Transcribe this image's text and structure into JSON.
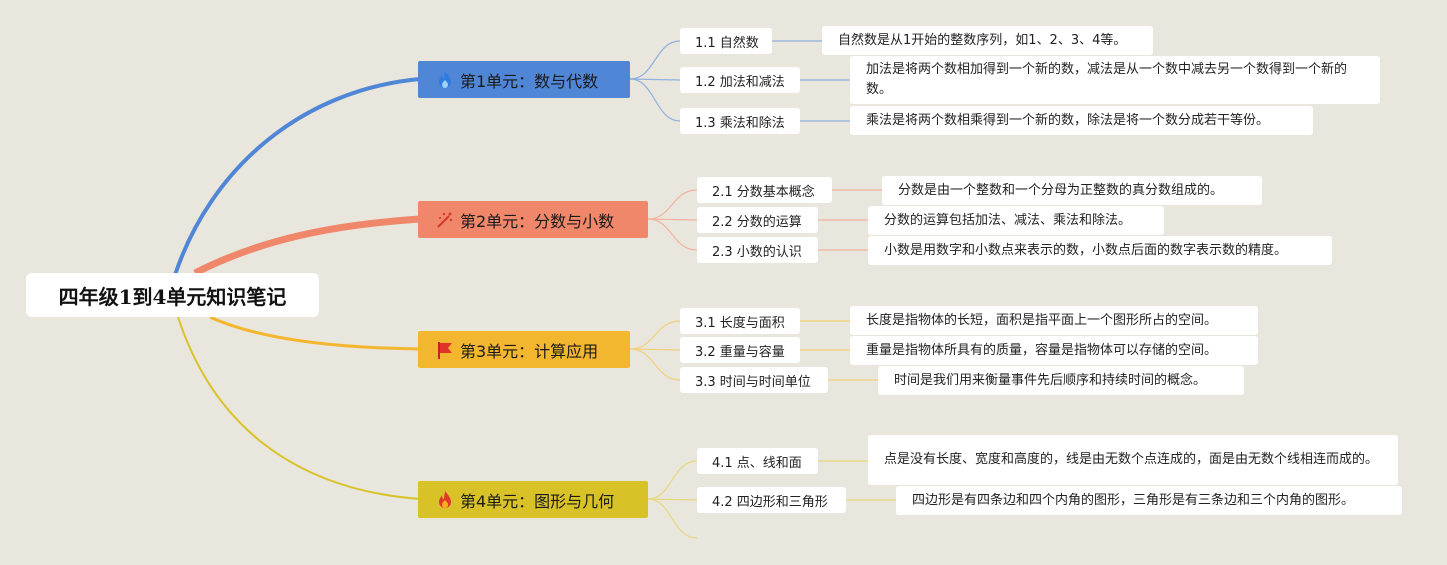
{
  "root": {
    "title": "四年级1到4单元知识笔记"
  },
  "units": [
    {
      "label": "第1单元：数与代数",
      "color": "#4f86d6",
      "icon": "flame-blue-icon",
      "topics": [
        {
          "label": "1.1 自然数",
          "note": "自然数是从1开始的整数序列，如1、2、3、4等。"
        },
        {
          "label": "1.2 加法和减法",
          "note": "加法是将两个数相加得到一个新的数，减法是从一个数中减去另一个数得到一个新的数。"
        },
        {
          "label": "1.3 乘法和除法",
          "note": "乘法是将两个数相乘得到一个新的数，除法是将一个数分成若干等份。"
        }
      ]
    },
    {
      "label": "第2单元：分数与小数",
      "color": "#f0876a",
      "icon": "sparkle-icon",
      "topics": [
        {
          "label": "2.1 分数基本概念",
          "note": "分数是由一个整数和一个分母为正整数的真分数组成的。"
        },
        {
          "label": "2.2 分数的运算",
          "note": "分数的运算包括加法、减法、乘法和除法。"
        },
        {
          "label": "2.3 小数的认识",
          "note": "小数是用数字和小数点来表示的数，小数点后面的数字表示数的精度。"
        }
      ]
    },
    {
      "label": "第3单元：计算应用",
      "color": "#f3b62f",
      "icon": "flag-icon",
      "topics": [
        {
          "label": "3.1 长度与面积",
          "note": "长度是指物体的长短，面积是指平面上一个图形所占的空间。"
        },
        {
          "label": "3.2 重量与容量",
          "note": "重量是指物体所具有的质量，容量是指物体可以存储的空间。"
        },
        {
          "label": "3.3 时间与时间单位",
          "note": "时间是我们用来衡量事件先后顺序和持续时间的概念。"
        }
      ]
    },
    {
      "label": "第4单元：图形与几何",
      "color": "#d9c227",
      "icon": "fire-icon",
      "topics": [
        {
          "label": "4.1 点、线和面",
          "note": "点是没有长度、宽度和高度的，线是由无数个点连成的，面是由无数个线相连而成的。"
        },
        {
          "label": "4.2 四边形和三角形",
          "note": "四边形是有四条边和四个内角的图形，三角形是有三条边和三个内角的图形。"
        }
      ]
    }
  ]
}
